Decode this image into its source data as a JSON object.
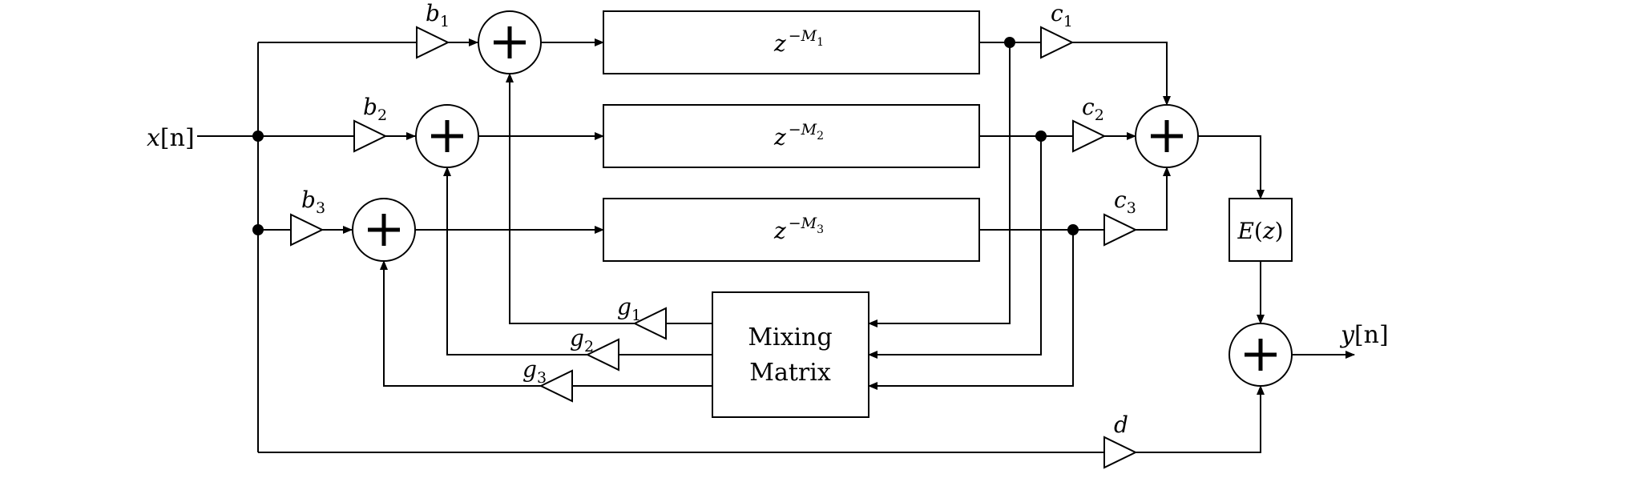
{
  "input": {
    "name": "x",
    "arg": "[n]"
  },
  "output": {
    "name": "y",
    "arg": "[n]"
  },
  "b_gains": [
    {
      "base": "b",
      "sub": "1"
    },
    {
      "base": "b",
      "sub": "2"
    },
    {
      "base": "b",
      "sub": "3"
    }
  ],
  "c_gains": [
    {
      "base": "c",
      "sub": "1"
    },
    {
      "base": "c",
      "sub": "2"
    },
    {
      "base": "c",
      "sub": "3"
    }
  ],
  "g_gains": [
    {
      "base": "g",
      "sub": "1"
    },
    {
      "base": "g",
      "sub": "2"
    },
    {
      "base": "g",
      "sub": "3"
    }
  ],
  "direct_gain": "d",
  "delays": [
    {
      "base": "z",
      "exp": "−M",
      "exp_sub": "1"
    },
    {
      "base": "z",
      "exp": "−M",
      "exp_sub": "2"
    },
    {
      "base": "z",
      "exp": "−M",
      "exp_sub": "3"
    }
  ],
  "mixing": {
    "line1": "Mixing",
    "line2": "Matrix"
  },
  "filter": {
    "fn": "E",
    "arg": "z"
  }
}
